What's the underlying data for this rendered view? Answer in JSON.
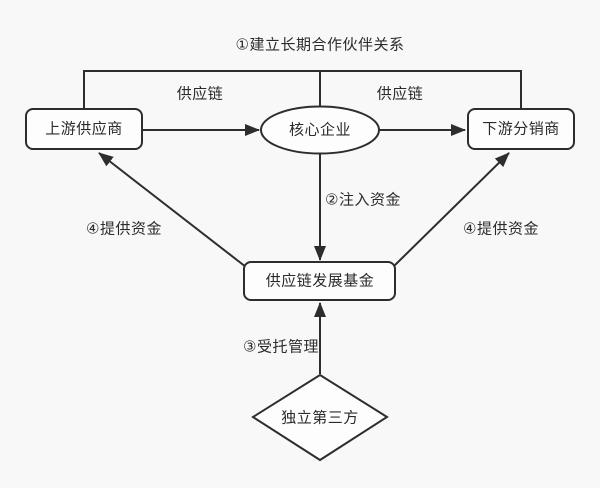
{
  "diagram": {
    "title": "①建立长期合作伙伴关系",
    "nodes": {
      "upstream_supplier": "上游供应商",
      "core_enterprise": "核心企业",
      "downstream_distributor": "下游分销商",
      "supply_chain_fund": "供应链发展基金",
      "independent_third_party": "独立第三方"
    },
    "edge_labels": {
      "supply_chain_left": "供应链",
      "supply_chain_right": "供应链",
      "inject_funds": "②注入资金",
      "provide_funds_left": "④提供资金",
      "provide_funds_right": "④提供资金",
      "entrusted_management": "③受托管理"
    },
    "colors": {
      "background": "#f8f8f8",
      "line": "#2d2d2d",
      "node_fill": "#fdfdfd",
      "text": "#2b2b2b"
    }
  }
}
